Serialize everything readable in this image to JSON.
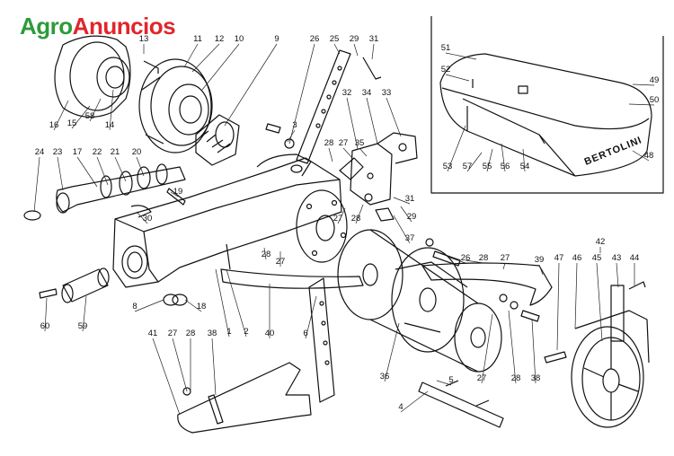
{
  "logo": {
    "part1": "Agro",
    "part2": "Anuncios",
    "color1": "#2e9b3a",
    "color2": "#e0262b"
  },
  "brand_plate": "BERTOLINI",
  "callouts": [
    "1",
    "2",
    "3",
    "4",
    "5",
    "6",
    "8",
    "9",
    "10",
    "11",
    "12",
    "13",
    "14",
    "15",
    "16",
    "17",
    "18",
    "19",
    "20",
    "21",
    "22",
    "23",
    "24",
    "25",
    "26",
    "27",
    "28",
    "29",
    "30",
    "31",
    "32",
    "33",
    "34",
    "35",
    "36",
    "37",
    "38",
    "39",
    "40",
    "41",
    "42",
    "43",
    "44",
    "45",
    "46",
    "47",
    "48",
    "49",
    "50",
    "51",
    "52",
    "53",
    "54",
    "55",
    "56",
    "57",
    "58",
    "59",
    "60"
  ]
}
